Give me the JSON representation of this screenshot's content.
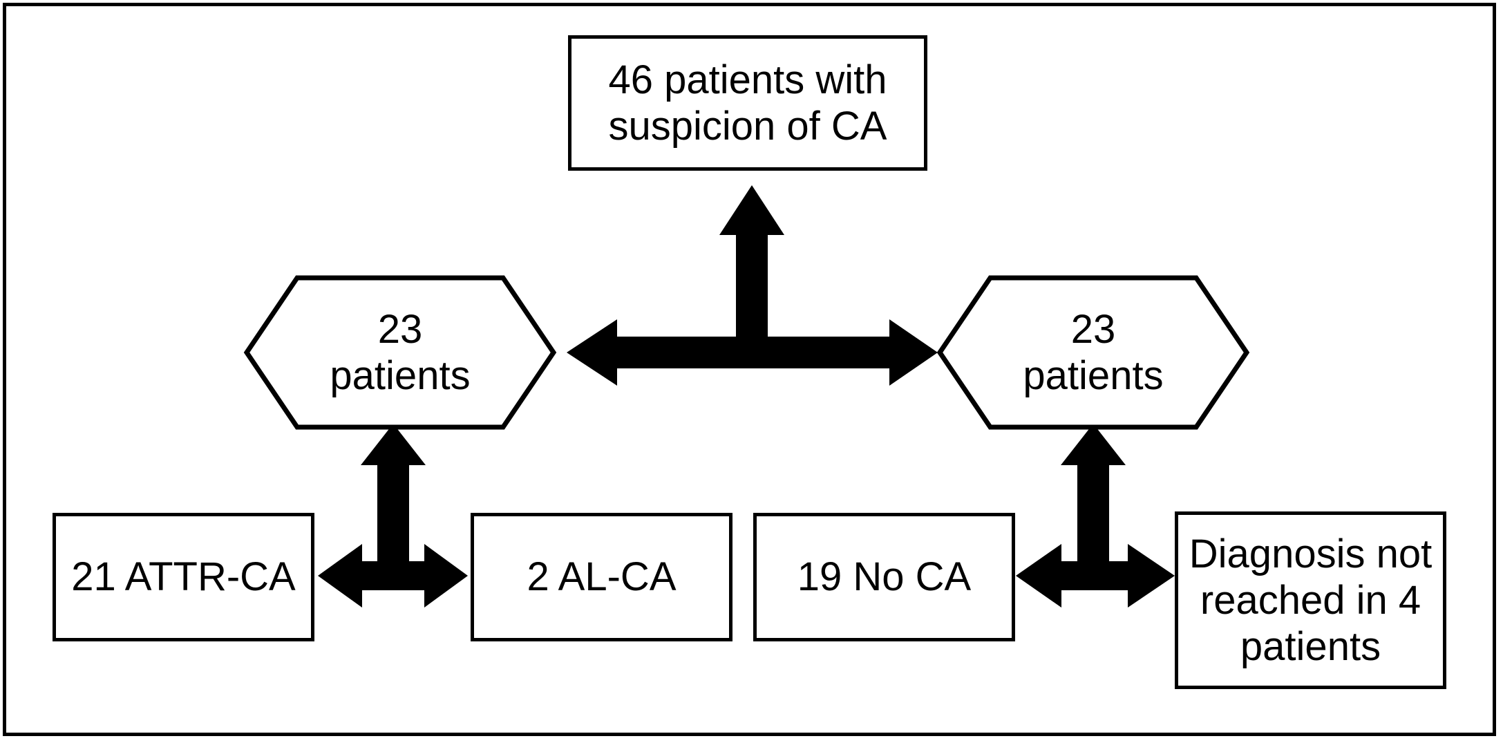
{
  "figure": {
    "type": "flowchart",
    "title": "",
    "border_color": "#000000",
    "background_color": "#ffffff",
    "text_color": "#000000"
  },
  "nodes": {
    "top": {
      "id": "top",
      "shape": "rectangle",
      "label": "46 patients with\nsuspicion of CA",
      "count": 46
    },
    "hex_left": {
      "id": "hex-left",
      "shape": "hexagon",
      "label": "23\npatients",
      "count": 23
    },
    "hex_right": {
      "id": "hex-right",
      "shape": "hexagon",
      "label": "23\npatients",
      "count": 23
    },
    "attr_ca": {
      "id": "attr-ca",
      "shape": "rectangle",
      "label": "21 ATTR-CA",
      "count": 21
    },
    "al_ca": {
      "id": "al-ca",
      "shape": "rectangle",
      "label": "2 AL-CA",
      "count": 2
    },
    "no_ca": {
      "id": "no-ca",
      "shape": "rectangle",
      "label": "19 No CA",
      "count": 19
    },
    "no_diagnosis": {
      "id": "no-diagnosis",
      "shape": "rectangle",
      "label": "Diagnosis not\nreached in 4\npatients",
      "count": 4
    }
  },
  "connectors": [
    {
      "name": "split-top",
      "style": "tri-arrow-T",
      "directions": [
        "up",
        "left",
        "right"
      ],
      "from": [
        "hex_left",
        "hex_right"
      ],
      "to": [
        "top"
      ]
    },
    {
      "name": "split-left",
      "style": "tri-arrow-inverted-T",
      "directions": [
        "up",
        "left",
        "right"
      ],
      "from": [
        "attr_ca",
        "al_ca"
      ],
      "to": [
        "hex_left"
      ]
    },
    {
      "name": "split-right",
      "style": "tri-arrow-inverted-T",
      "directions": [
        "up",
        "left",
        "right"
      ],
      "from": [
        "no_ca",
        "no_diagnosis"
      ],
      "to": [
        "hex_right"
      ]
    }
  ]
}
